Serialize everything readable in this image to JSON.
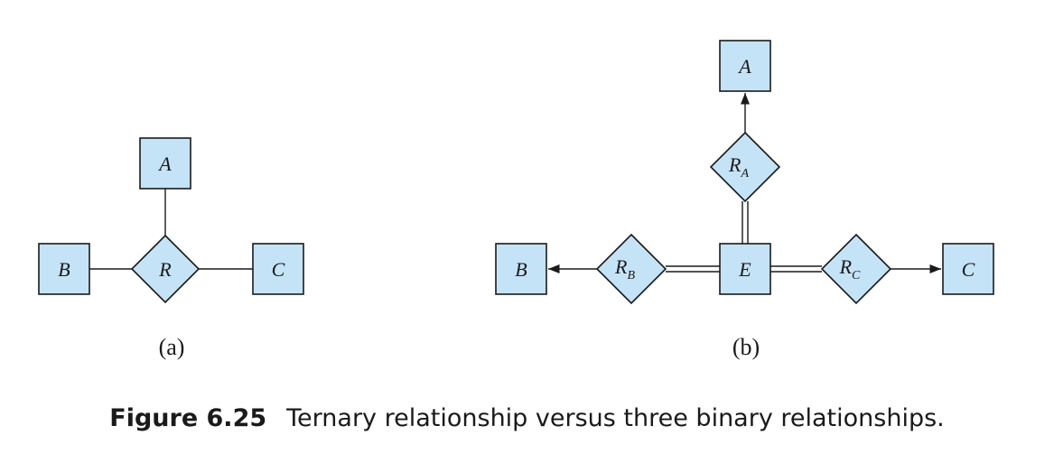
{
  "panel_a": {
    "entities": [
      "A",
      "B",
      "C"
    ],
    "relationship": "R",
    "label": "(a)"
  },
  "panel_b": {
    "entities": [
      "A",
      "B",
      "C",
      "E"
    ],
    "relationships": [
      {
        "base": "R",
        "sub": "A"
      },
      {
        "base": "R",
        "sub": "B"
      },
      {
        "base": "R",
        "sub": "C"
      }
    ],
    "label": "(b)"
  },
  "caption": {
    "number": "Figure 6.25",
    "text": "Ternary relationship versus three binary relationships."
  },
  "colors": {
    "fill": "#c5e3f7",
    "stroke": "#1a1a1a"
  }
}
